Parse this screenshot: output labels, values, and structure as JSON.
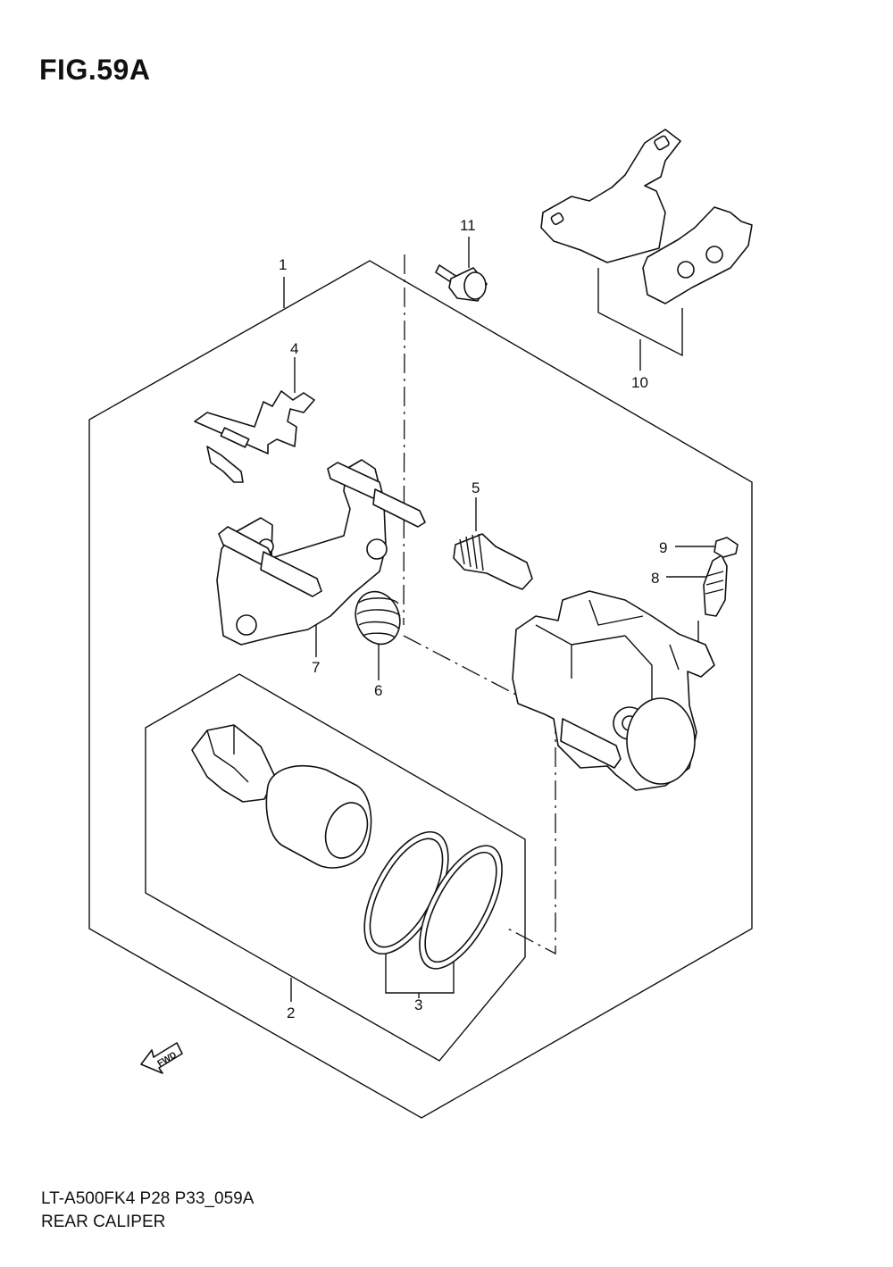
{
  "figure": {
    "title": "FIG.59A",
    "code": "LT-A500FK4 P28 P33_059A",
    "name": "REAR CALIPER"
  },
  "direction_marker": {
    "label": "FWD",
    "icon": "fwd-arrow-icon"
  },
  "callouts": [
    {
      "id": "c1",
      "number": "1"
    },
    {
      "id": "c2",
      "number": "2"
    },
    {
      "id": "c3",
      "number": "3"
    },
    {
      "id": "c4",
      "number": "4"
    },
    {
      "id": "c5",
      "number": "5"
    },
    {
      "id": "c6",
      "number": "6"
    },
    {
      "id": "c7",
      "number": "7"
    },
    {
      "id": "c8",
      "number": "8"
    },
    {
      "id": "c9",
      "number": "9"
    },
    {
      "id": "c10",
      "number": "10"
    },
    {
      "id": "c11",
      "number": "11"
    }
  ]
}
